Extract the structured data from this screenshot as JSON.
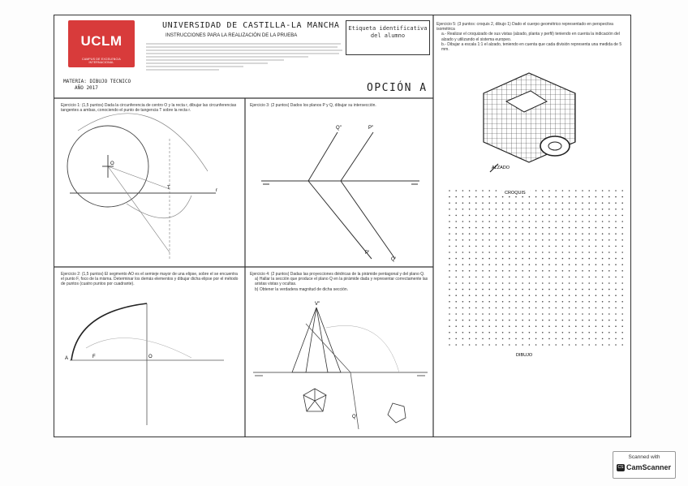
{
  "header": {
    "logo": "UCLM",
    "logo_sub": "CAMPUS DE EXCELENCIA INTERNACIONAL",
    "university": "UNIVERSIDAD DE CASTILLA-LA MANCHA",
    "instructions_title": "INSTRUCCIONES PARA LA REALIZACIÓN DE LA PRUEBA",
    "label_box": "Etiqueta identificativa del alumno",
    "materia": "MATERIA: DIBUJO TECNICO",
    "anio": "AÑO 2017",
    "opcion": "OPCIÓN A"
  },
  "exercises": {
    "e1": "Ejercicio 1: (1,5 puntos) Dada la circunferencia de centro O y la recta r, dibujar las circunferencias tangentes a ambas, conociendo el punto de tangencia T sobre la recta r.",
    "e2": "Ejercicio 2: (1,5 puntos) El segmento AO es el semieje mayor de una elipse, sobre el se encuentra el punto F, foco de la misma. Determinar los demás elementos y dibujar dicha elipse por el método de puntos (cuatro puntos por cuadrante).",
    "e3": "Ejercicio 3: (2 puntos) Dados los planos P y Q, dibujar su intersección.",
    "e4": "Ejercicio 4: (2 puntos) Dadas las proyecciones diédricas de la pirámide pentagonal y del plano Q.",
    "e4a": "a) Hallar la sección que produce el plano Q en la pirámide dada y representar correctamente las aristas vistas y ocultas.",
    "e4b": "b) Obtener la verdadera magnitud de dicha sección.",
    "e5": "Ejercicio 5: (3 puntos: croquis 2, dibujo 1) Dado el cuerpo geométrico representado en perspectiva isométrica",
    "e5a": "a.- Realizar el croquizado de sus vistas (alzado, planta y perfil) teniendo en cuenta la indicación del alzado y utilizando el sistema europeo.",
    "e5b": "b.- Dibujar a escala 1:1 el alzado, teniendo en cuenta que cada división representa una medida de 5 mm."
  },
  "captions": {
    "alzado": "ALZADO",
    "croquis": "CROQUIS",
    "dibujo": "DIBUJO"
  },
  "labels": {
    "O": "O",
    "T": "T",
    "r": "r",
    "A": "A",
    "F": "F",
    "Oe": "O",
    "P": "P",
    "Q": "Q",
    "P1": "P'",
    "Q1": "Q'",
    "Q2": "Q''",
    "P2": "P''",
    "V": "V''"
  },
  "scanner": {
    "line1": "Scanned with",
    "line2": "CamScanner"
  }
}
